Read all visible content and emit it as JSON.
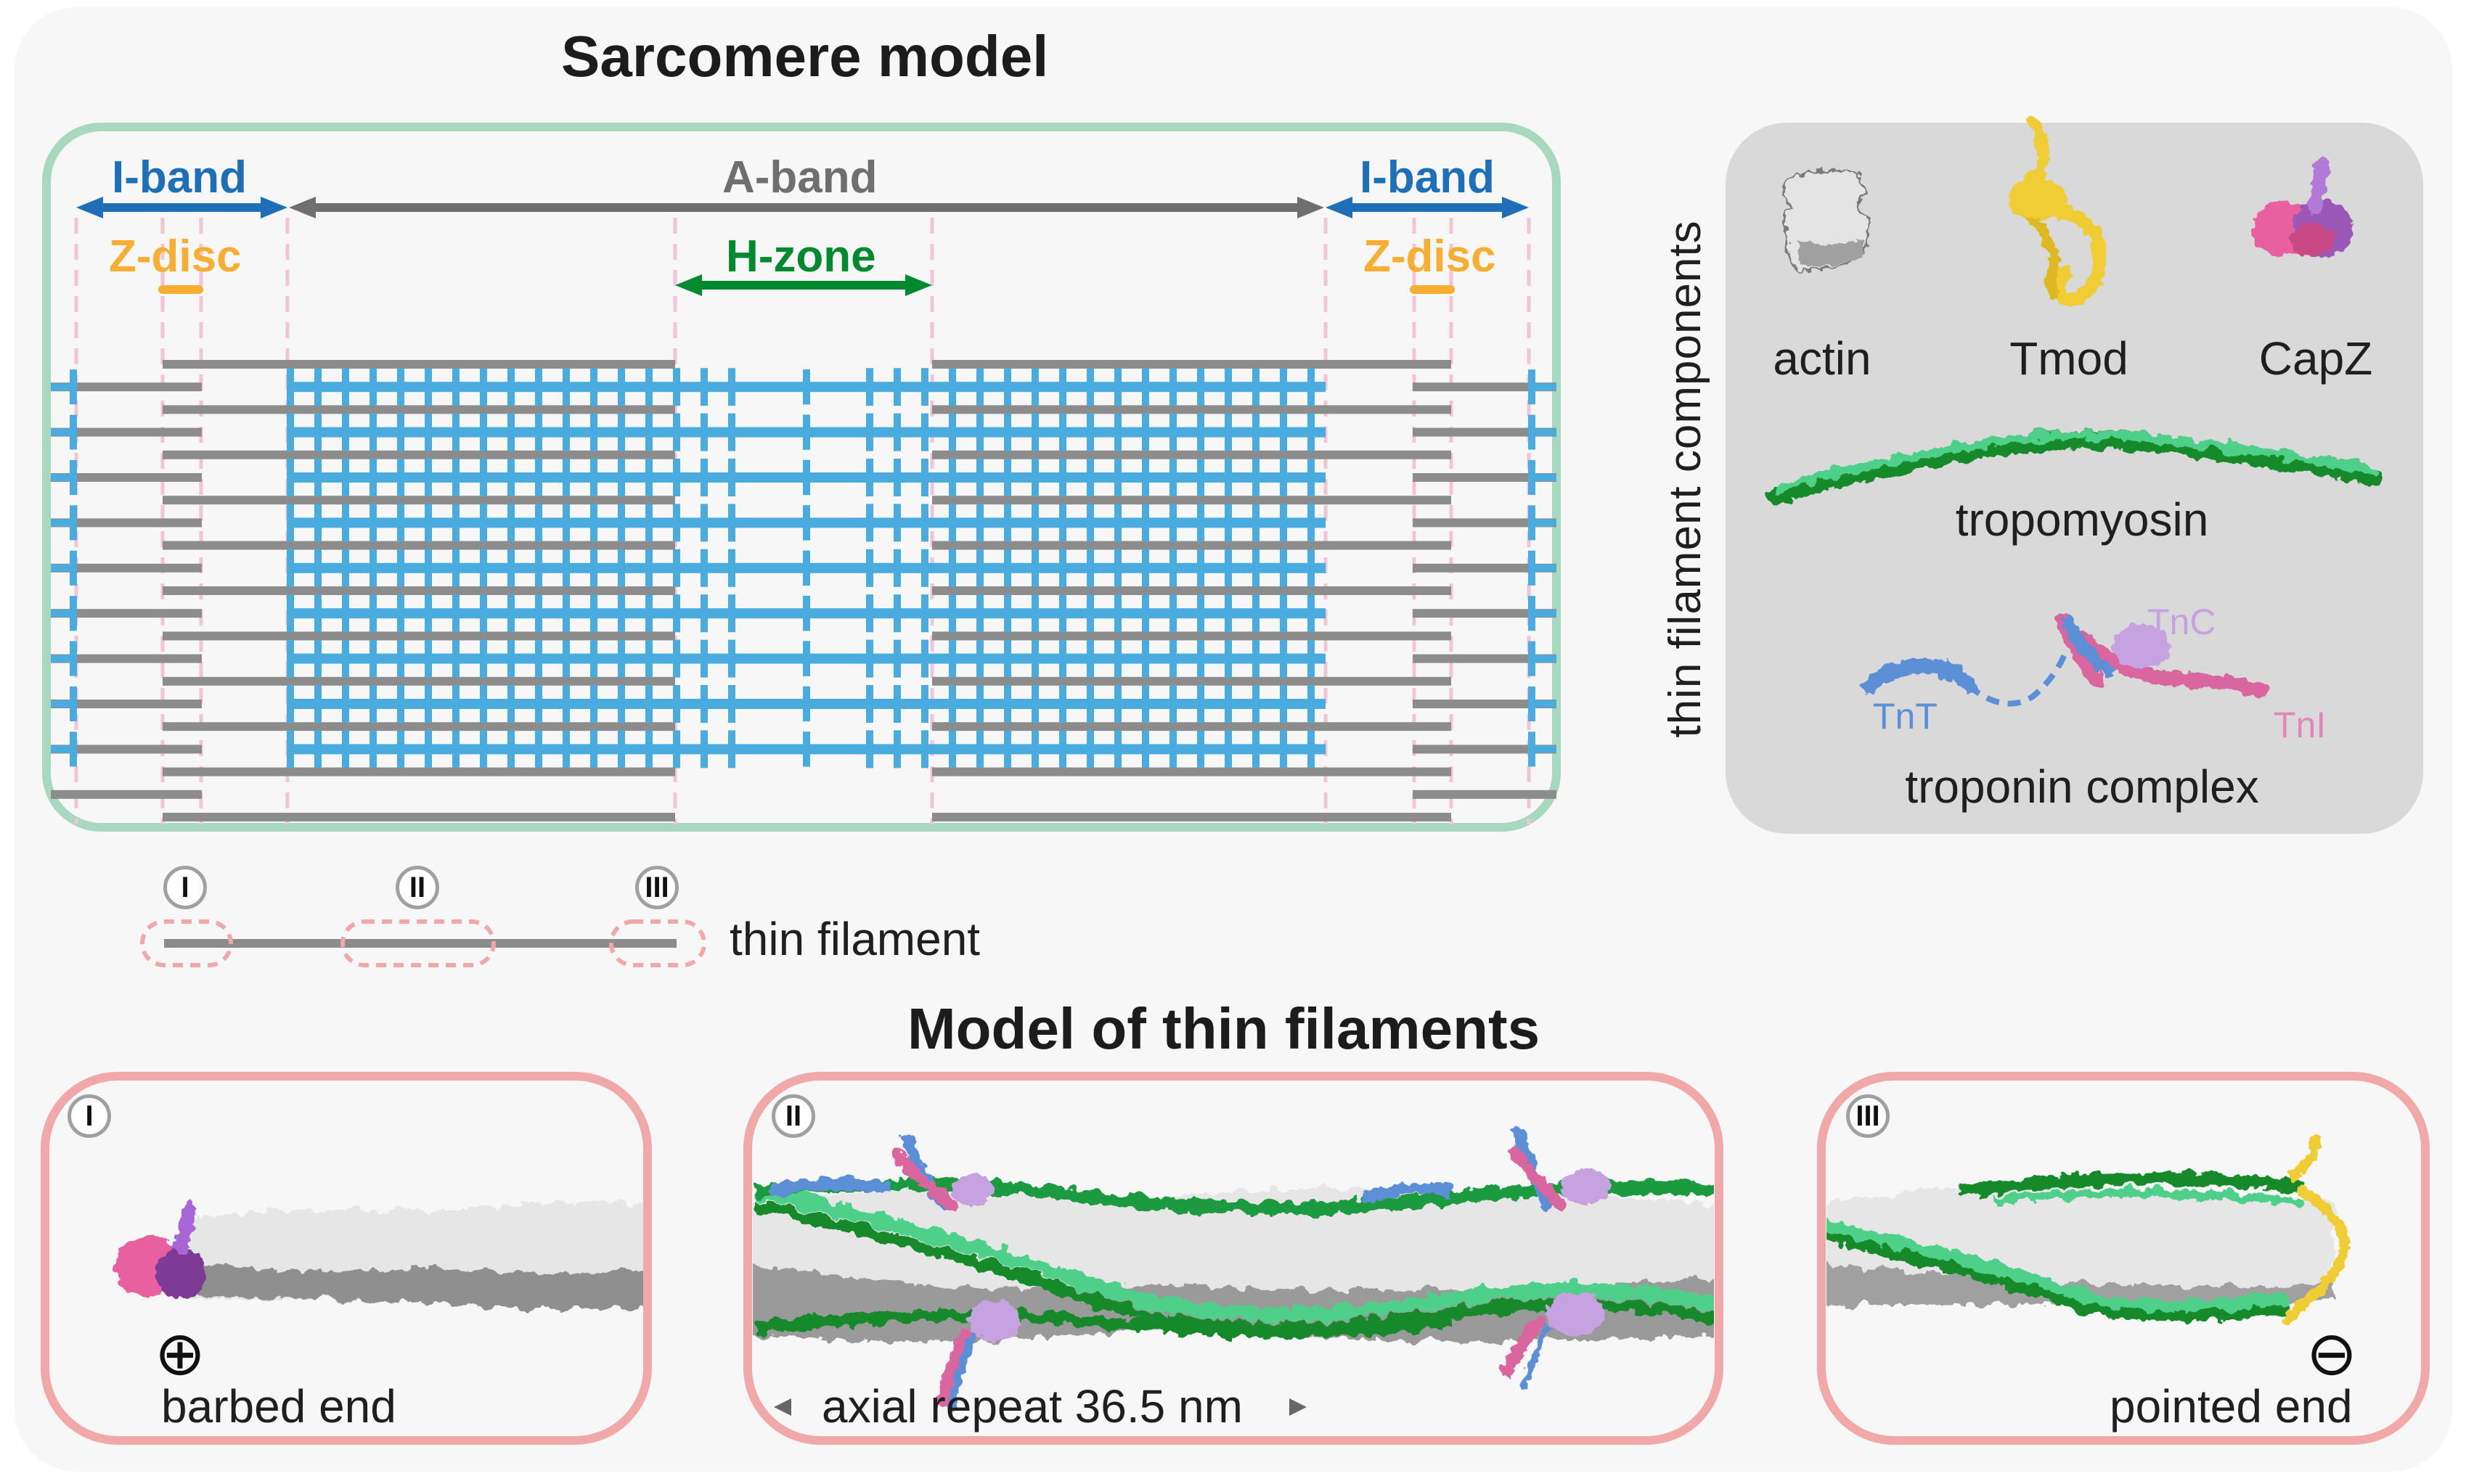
{
  "colors": {
    "background_card": "#f7f7f7",
    "sarcomere_frame": "#a8d8c0",
    "component_panel": "#d9d9d9",
    "thin_filament_gray": "#8c8c8c",
    "thick_filament_blue": "#4aabdf",
    "i_band_blue": "#1f6fb8",
    "a_band_gray": "#6f6f6f",
    "h_zone_green": "#00892f",
    "z_disc_orange": "#f7ae32",
    "guide_pink": "#f3c3d6",
    "panel_frame_pink": "#f0a9a8",
    "actin_white": "#e8e8e8",
    "actin_shadow": "#8a8a8a",
    "tmod_yellow": "#f0cc35",
    "capz_pink": "#e8619f",
    "capz_purple": "#9b59b6",
    "tropomyosin_light": "#4fd08a",
    "tropomyosin_dark": "#138a2a",
    "tnt_blue": "#5b8fd6",
    "tnc_lilac": "#c6a3e0",
    "tni_pink": "#e288b6"
  },
  "sarcomere": {
    "title": "Sarcomere model",
    "labels": {
      "i_band_left": "I-band",
      "a_band": "A-band",
      "i_band_right": "I-band",
      "z_disc_left": "Z-disc",
      "h_zone": "H-zone",
      "z_disc_right": "Z-disc"
    },
    "thin_filament_rows": 10,
    "thick_filament_rows": 9
  },
  "legend": {
    "markers": [
      "I",
      "II",
      "III"
    ],
    "label": "thin filament"
  },
  "components": {
    "side_title": "thin filament components",
    "items": [
      {
        "name": "actin",
        "label": "actin",
        "icon": "actin-monomer-icon"
      },
      {
        "name": "tmod",
        "label": "Tmod",
        "icon": "tmod-icon"
      },
      {
        "name": "capz",
        "label": "CapZ",
        "icon": "capz-icon"
      }
    ],
    "tropomyosin_label": "tropomyosin",
    "troponin": {
      "label": "troponin complex",
      "subunits": {
        "tnt": "TnT",
        "tnc": "TnC",
        "tni": "TnI"
      }
    }
  },
  "thin_filament_model": {
    "title": "Model of thin filaments",
    "panels": [
      {
        "marker": "I",
        "end_symbol": "⊕",
        "caption": "barbed end"
      },
      {
        "marker": "II",
        "caption": "axial repeat 36.5 nm",
        "arrow_left": "◄",
        "arrow_right": "►"
      },
      {
        "marker": "III",
        "end_symbol": "⊖",
        "caption": "pointed end"
      }
    ]
  }
}
